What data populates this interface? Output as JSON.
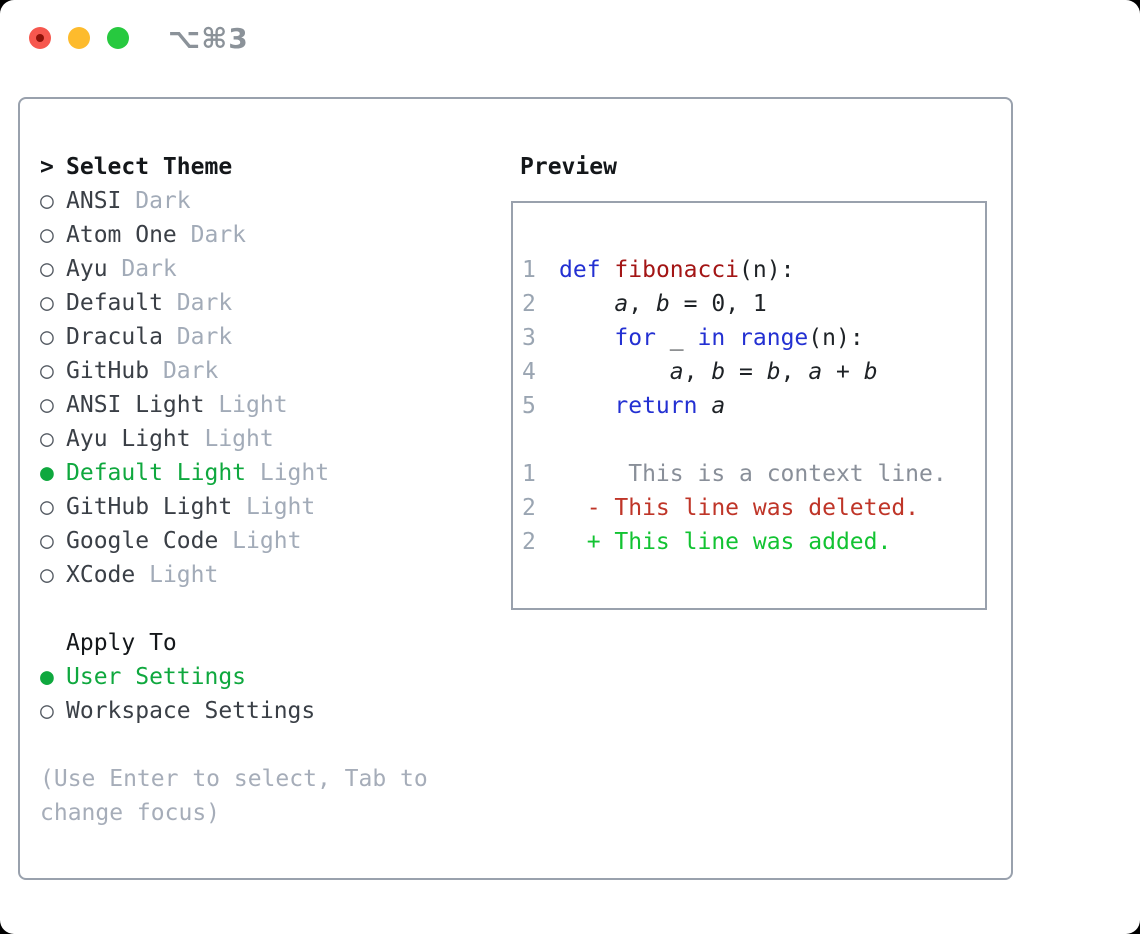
{
  "window": {
    "shortcut_label": "⌥⌘3",
    "traffic_lights": [
      "close-button",
      "minimize-button",
      "zoom-button"
    ]
  },
  "colors": {
    "traffic_red": "#f6574e",
    "traffic_yellow": "#fdbb2d",
    "traffic_green": "#27c93f",
    "green_selected": "#0fa83e",
    "green_added": "#12c332",
    "red_deleted": "#bf3528",
    "blue_keyword": "#2330d2",
    "darkred_function": "#a31515",
    "border_gray": "#99a1ad"
  },
  "theme_selector": {
    "prompt": ">",
    "title": "Select Theme",
    "items": [
      {
        "name": "ANSI",
        "variant": "Dark",
        "selected": false
      },
      {
        "name": "Atom One",
        "variant": "Dark",
        "selected": false
      },
      {
        "name": "Ayu",
        "variant": "Dark",
        "selected": false
      },
      {
        "name": "Default",
        "variant": "Dark",
        "selected": false
      },
      {
        "name": "Dracula",
        "variant": "Dark",
        "selected": false
      },
      {
        "name": "GitHub",
        "variant": "Dark",
        "selected": false
      },
      {
        "name": "ANSI Light",
        "variant": "Light",
        "selected": false
      },
      {
        "name": "Ayu Light",
        "variant": "Light",
        "selected": false
      },
      {
        "name": "Default Light",
        "variant": "Light",
        "selected": true
      },
      {
        "name": "GitHub Light",
        "variant": "Light",
        "selected": false
      },
      {
        "name": "Google Code",
        "variant": "Light",
        "selected": false
      },
      {
        "name": "XCode",
        "variant": "Light",
        "selected": false
      }
    ],
    "apply_to": {
      "title": "Apply To",
      "options": [
        {
          "label": "User Settings",
          "selected": true
        },
        {
          "label": "Workspace Settings",
          "selected": false
        }
      ]
    },
    "hint_line1": "(Use Enter to select, Tab to",
    "hint_line2": "change focus)"
  },
  "preview": {
    "title": "Preview",
    "code_lines": [
      {
        "num": "1",
        "tokens": [
          {
            "c": "kw",
            "t": "def"
          },
          {
            "c": "pl",
            "t": " "
          },
          {
            "c": "fn",
            "t": "fibonacci"
          },
          {
            "c": "pl",
            "t": "(n):"
          }
        ]
      },
      {
        "num": "2",
        "tokens": [
          {
            "c": "pl",
            "t": "    "
          },
          {
            "c": "var",
            "t": "a"
          },
          {
            "c": "pl",
            "t": ", "
          },
          {
            "c": "var",
            "t": "b"
          },
          {
            "c": "pl",
            "t": " = 0, 1"
          }
        ]
      },
      {
        "num": "3",
        "tokens": [
          {
            "c": "pl",
            "t": "    "
          },
          {
            "c": "kw",
            "t": "for"
          },
          {
            "c": "pl",
            "t": " _ "
          },
          {
            "c": "kw",
            "t": "in"
          },
          {
            "c": "pl",
            "t": " "
          },
          {
            "c": "kw",
            "t": "range"
          },
          {
            "c": "pl",
            "t": "(n):"
          }
        ]
      },
      {
        "num": "4",
        "tokens": [
          {
            "c": "pl",
            "t": "        "
          },
          {
            "c": "var",
            "t": "a"
          },
          {
            "c": "pl",
            "t": ", "
          },
          {
            "c": "var",
            "t": "b"
          },
          {
            "c": "pl",
            "t": " = "
          },
          {
            "c": "var",
            "t": "b"
          },
          {
            "c": "pl",
            "t": ", "
          },
          {
            "c": "var",
            "t": "a"
          },
          {
            "c": "pl",
            "t": " + "
          },
          {
            "c": "var",
            "t": "b"
          }
        ]
      },
      {
        "num": "5",
        "tokens": [
          {
            "c": "pl",
            "t": "    "
          },
          {
            "c": "kw",
            "t": "return"
          },
          {
            "c": "pl",
            "t": " "
          },
          {
            "c": "var",
            "t": "a"
          }
        ]
      }
    ],
    "diff_lines": [
      {
        "num": "1",
        "text": "     This is a context line.",
        "type": "context"
      },
      {
        "num": "2",
        "text": "  - This line was deleted.",
        "type": "deleted"
      },
      {
        "num": "2",
        "text": "  + This line was added.",
        "type": "added"
      }
    ],
    "radio_selected_glyph": "●",
    "radio_unselected_glyph": "○"
  }
}
